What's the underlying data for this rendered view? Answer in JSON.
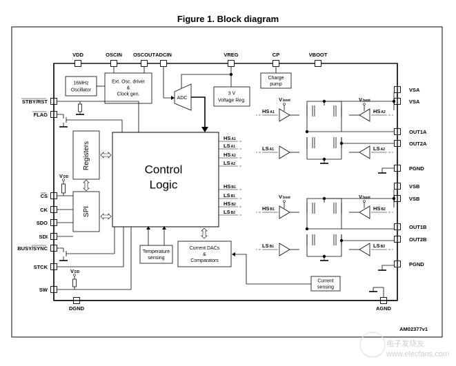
{
  "title": "Figure 1. Block diagram",
  "top_pins": [
    "VDD",
    "OSCIN",
    "OSCOUT",
    "ADCIN",
    "VREG",
    "CP",
    "VBOOT"
  ],
  "left_pins": [
    "STBY/RST",
    "FLAG",
    "CS",
    "CK",
    "SDO",
    "SDI",
    "BUSY/SYNC",
    "STCK",
    "SW"
  ],
  "right_pins": [
    "VSA",
    "VSA",
    "OUT1A",
    "OUT2A",
    "PGND",
    "VSB",
    "VSB",
    "OUT1B",
    "OUT2B",
    "PGND"
  ],
  "bottom_pins": [
    "DGND",
    "AGND"
  ],
  "blocks": {
    "oscillator": [
      "16MHz",
      "Oscillator"
    ],
    "ext_osc": [
      "Ext. Osc. driver",
      "&",
      "Clock gen."
    ],
    "adc": "ADC",
    "vreg": [
      "3 V",
      "Voltage Reg."
    ],
    "charge_pump": [
      "Charge",
      "pump"
    ],
    "registers": "Registers",
    "spi": "SPI",
    "control_logic": [
      "Control",
      "Logic"
    ],
    "temp": [
      "Temperature",
      "sensing"
    ],
    "dacs": [
      "Current DACs",
      "&",
      "Comparators"
    ],
    "current_sensing": [
      "Current",
      "sensing"
    ]
  },
  "control_outputs": [
    {
      "main": "HS",
      "sub": "A1"
    },
    {
      "main": "LS",
      "sub": "A1"
    },
    {
      "main": "HS",
      "sub": "A2"
    },
    {
      "main": "LS",
      "sub": "A2"
    },
    {
      "main": "HS",
      "sub": "B1"
    },
    {
      "main": "LS",
      "sub": "B1"
    },
    {
      "main": "HS",
      "sub": "B2"
    },
    {
      "main": "LS",
      "sub": "B2"
    }
  ],
  "bridge_labels": {
    "vboot": {
      "main": "V",
      "sub": "boot"
    },
    "vdd": {
      "main": "V",
      "sub": "DD"
    },
    "a": [
      {
        "main": "HS",
        "sub": "A1"
      },
      {
        "main": "HS",
        "sub": "A2"
      },
      {
        "main": "LS",
        "sub": "A1"
      },
      {
        "main": "LS",
        "sub": "A2"
      }
    ],
    "b": [
      {
        "main": "HS",
        "sub": "B1"
      },
      {
        "main": "HS",
        "sub": "B2"
      },
      {
        "main": "LS",
        "sub": "B1"
      },
      {
        "main": "LS",
        "sub": "B2"
      }
    ]
  },
  "figure_code": "AM02377v1",
  "watermark": [
    "电子发烧友",
    "www.elecfans.com"
  ]
}
